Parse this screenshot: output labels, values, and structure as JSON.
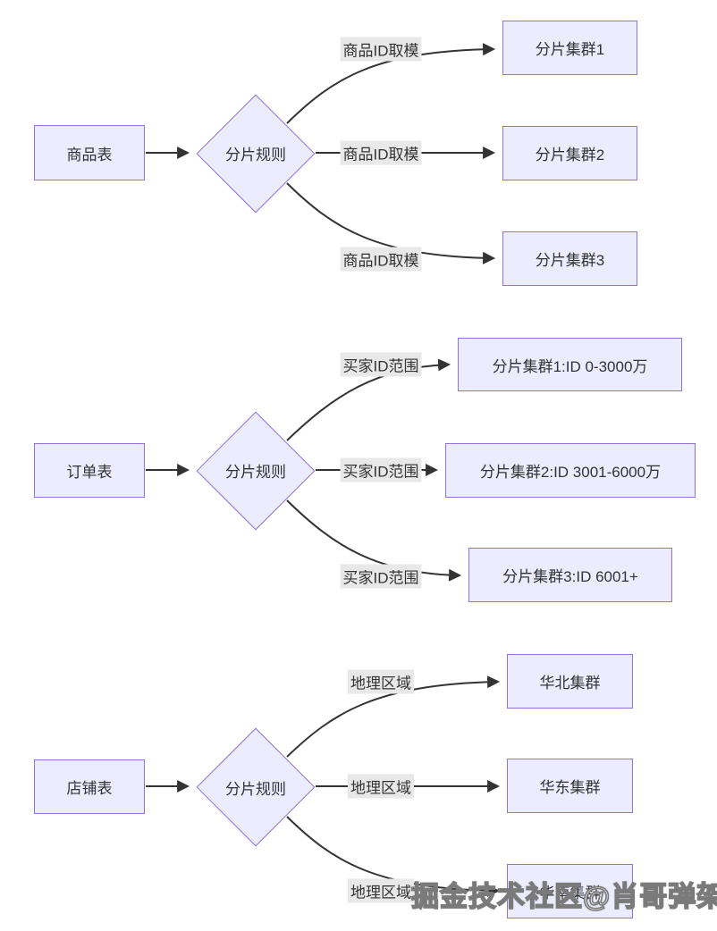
{
  "diagram": {
    "title_hint": "database sharding rules flowchart",
    "colors": {
      "node_fill": "#ECECFF",
      "node_border": "#9370DB",
      "edge_line": "#333333",
      "edge_label_bg": "#e8e8e8",
      "text": "#333333"
    },
    "sections": [
      {
        "source": "商品表",
        "rule": "分片规则",
        "edges": [
          {
            "label": "商品ID取模",
            "target": "分片集群1"
          },
          {
            "label": "商品ID取模",
            "target": "分片集群2"
          },
          {
            "label": "商品ID取模",
            "target": "分片集群3"
          }
        ]
      },
      {
        "source": "订单表",
        "rule": "分片规则",
        "edges": [
          {
            "label": "买家ID范围",
            "target": "分片集群1:ID 0-3000万"
          },
          {
            "label": "买家ID范围",
            "target": "分片集群2:ID 3001-6000万"
          },
          {
            "label": "买家ID范围",
            "target": "分片集群3:ID 6001+"
          }
        ]
      },
      {
        "source": "店铺表",
        "rule": "分片规则",
        "edges": [
          {
            "label": "地理区域",
            "target": "华北集群"
          },
          {
            "label": "地理区域",
            "target": "华东集群"
          },
          {
            "label": "地理区域",
            "target": "华南集群"
          }
        ]
      }
    ],
    "watermark": "掘金技术社区@肖哥弹架构"
  }
}
